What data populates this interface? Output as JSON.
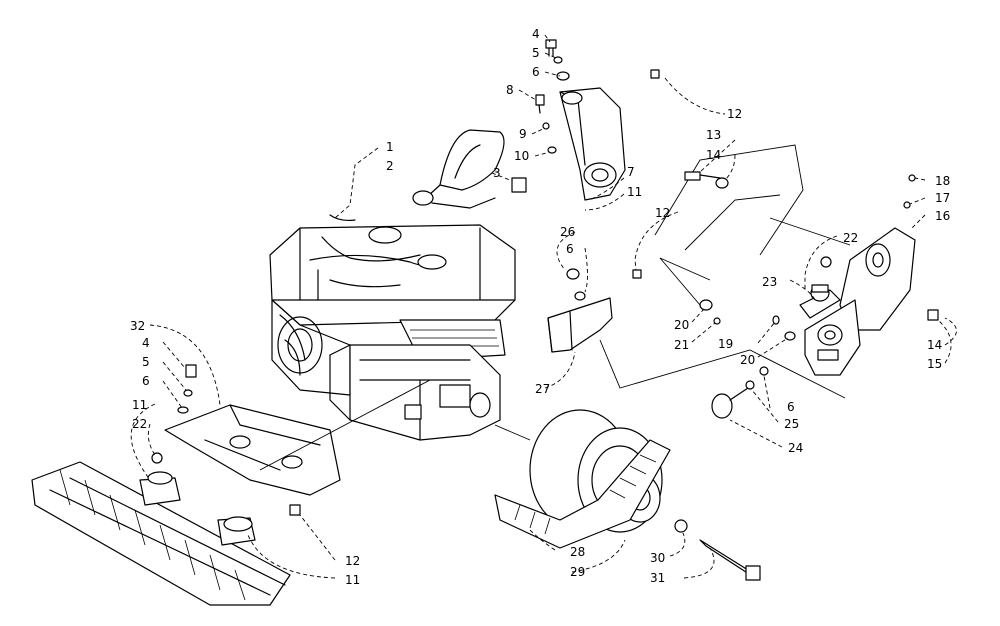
{
  "diagram": {
    "callouts": [
      "1",
      "2",
      "3",
      "4",
      "5",
      "6",
      "7",
      "8",
      "9",
      "10",
      "11",
      "12",
      "13",
      "14",
      "15",
      "16",
      "17",
      "18",
      "19",
      "20",
      "21",
      "22",
      "23",
      "24",
      "25",
      "26",
      "27",
      "28",
      "29",
      "30",
      "31",
      "32"
    ]
  }
}
